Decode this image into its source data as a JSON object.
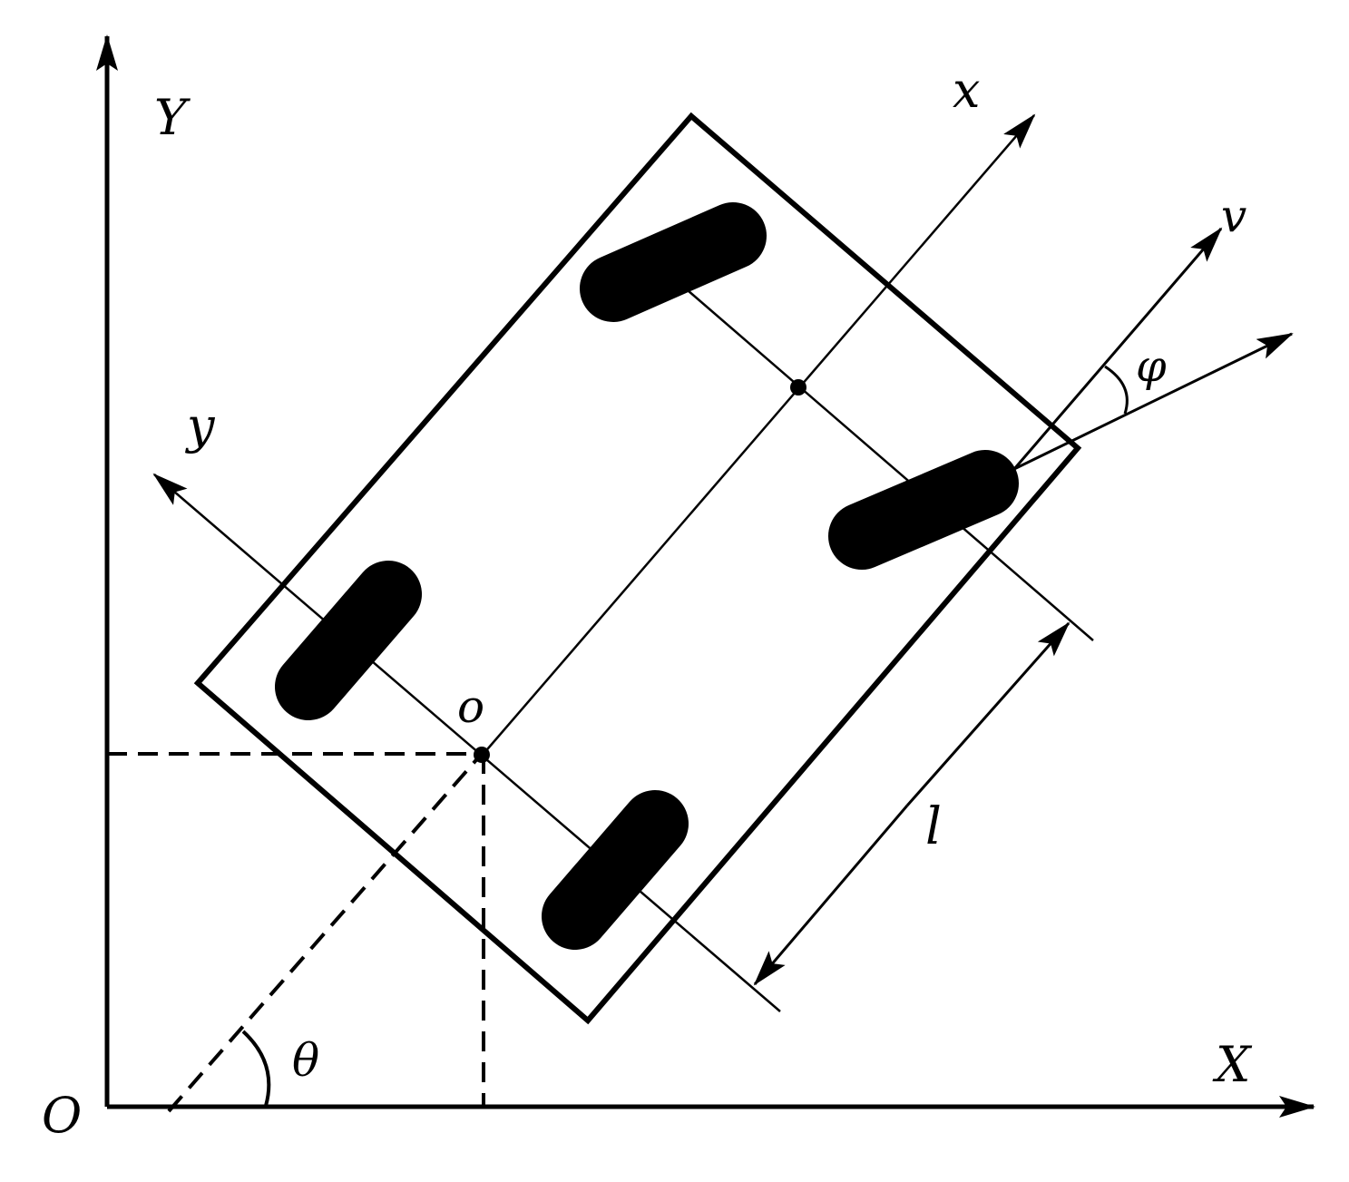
{
  "labels": {
    "origin_world": "O",
    "axis_world_x": "X",
    "axis_world_y": "Y",
    "axis_body_x": "x",
    "axis_body_y": "y",
    "origin_body": "o",
    "velocity": "v",
    "steering_angle": "φ",
    "heading_angle": "θ",
    "wheelbase": "l"
  },
  "colors": {
    "ink": "#000000",
    "background": "#ffffff"
  }
}
